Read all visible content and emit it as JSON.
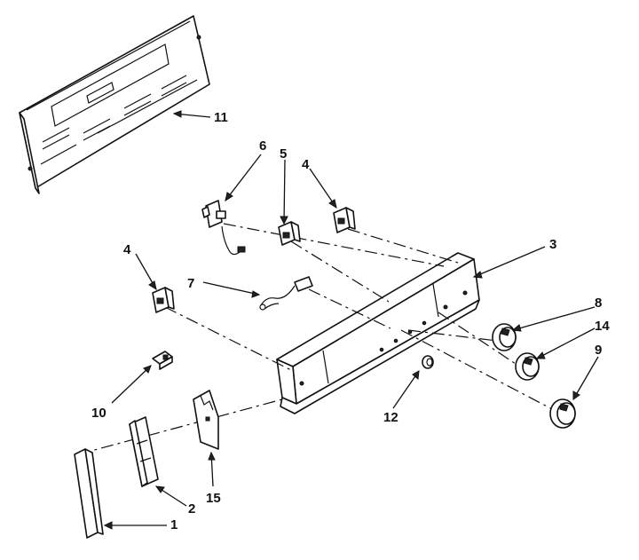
{
  "diagram": {
    "callouts": [
      {
        "id": "c1",
        "label": "1"
      },
      {
        "id": "c2",
        "label": "2"
      },
      {
        "id": "c3",
        "label": "3"
      },
      {
        "id": "c4a",
        "label": "4"
      },
      {
        "id": "c4b",
        "label": "4"
      },
      {
        "id": "c5",
        "label": "5"
      },
      {
        "id": "c6",
        "label": "6"
      },
      {
        "id": "c7",
        "label": "7"
      },
      {
        "id": "c8",
        "label": "8"
      },
      {
        "id": "c9",
        "label": "9"
      },
      {
        "id": "c10",
        "label": "10"
      },
      {
        "id": "c11",
        "label": "11"
      },
      {
        "id": "c12",
        "label": "12"
      },
      {
        "id": "c14",
        "label": "14"
      },
      {
        "id": "c15",
        "label": "15"
      }
    ]
  }
}
